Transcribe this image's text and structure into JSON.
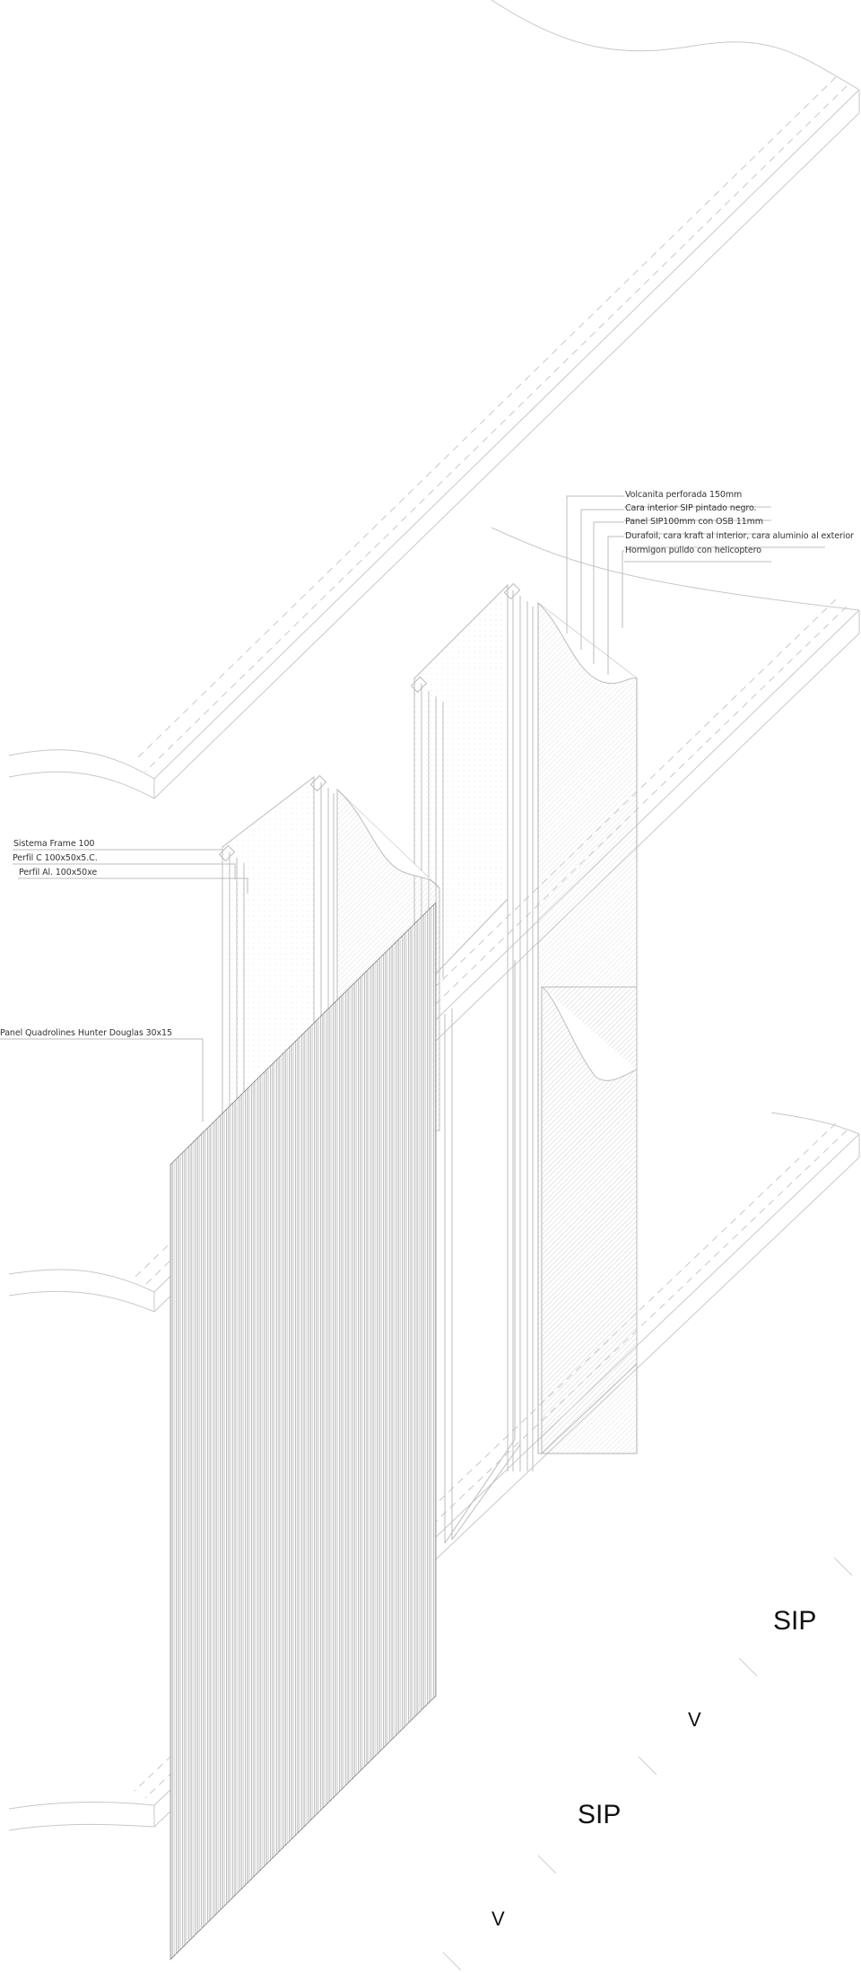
{
  "drawing": {
    "type": "axonometric-construction-detail",
    "line_color": "#bdbdbd",
    "line_color_dark": "#8a8a8a",
    "background": "#ffffff"
  },
  "annotations": {
    "right_group": [
      {
        "label": "Volcanita perforada 150mm"
      },
      {
        "label": "Cara interior SIP pintado negro."
      },
      {
        "label": "Panel SIP100mm con OSB 11mm"
      },
      {
        "label": "Durafoil, cara kraft al interior, cara aluminio al exterior"
      },
      {
        "label": "Hormigon pulido con helicoptero"
      }
    ],
    "left_group": [
      {
        "label": "Sistema Frame 100"
      },
      {
        "label": "Perfil C 100x50x5.C."
      },
      {
        "label": "Perfil Al. 100x50xe"
      }
    ],
    "cladding": {
      "label": "Panel Quadrolines Hunter Douglas 30x15"
    }
  },
  "zone_tags": [
    {
      "label": "SIP"
    },
    {
      "label": "V"
    },
    {
      "label": "SIP"
    },
    {
      "label": "V"
    }
  ]
}
